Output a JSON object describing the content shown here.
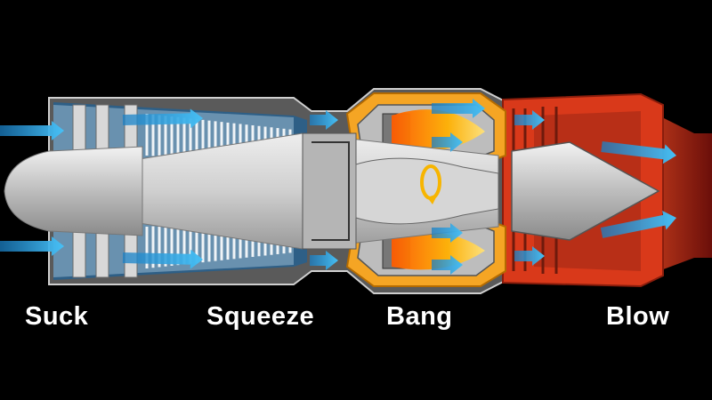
{
  "stages": [
    {
      "label": "Suck"
    },
    {
      "label": "Squeeze"
    },
    {
      "label": "Bang"
    },
    {
      "label": "Blow"
    }
  ],
  "colors": {
    "background": "#000000",
    "casing_gray": "#c8c8c8",
    "compressor_blade": "#d8d8d8",
    "combustion_orange": "#f5a524",
    "flame": "#ff7a00",
    "exhaust_red": "#d9391a",
    "airflow_blue": "#2fa6e0",
    "rotation_arrow": "#f7b500",
    "label_text": "#ffffff"
  },
  "icons": {
    "airflow": "airflow-arrow-icon",
    "rotation": "rotation-arrow-icon"
  }
}
